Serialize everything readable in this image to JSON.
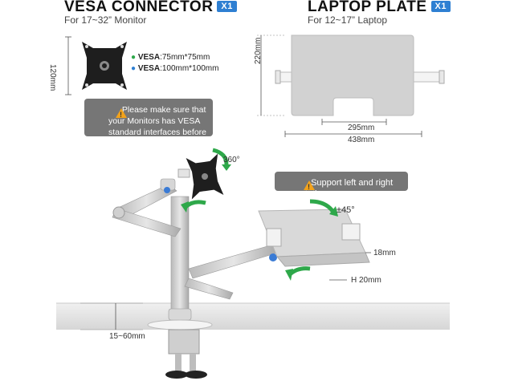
{
  "vesa": {
    "title": "VESA CONNECTOR",
    "qty": "X1",
    "subtitle": "For 17~32” Monitor",
    "height_dim": "120mm",
    "line1_label": "VESA",
    "line1_value": ":75mm*75mm",
    "line2_label": "VESA",
    "line2_value": ":100mm*100mm",
    "notice": "Please make sure that your Monitors has VESA standard interfaces before purchase ."
  },
  "laptop": {
    "title": "LAPTOP PLATE",
    "qty": "X1",
    "subtitle": "For 12~17” Laptop",
    "height_dim": "220mm",
    "inner_width_dim": "295mm",
    "outer_width_dim": "438mm"
  },
  "product": {
    "rotation_360": "360°",
    "rotation_notice": "Support left and right rotation",
    "tilt": "±45°",
    "lip_dim": "18mm",
    "lip_height_dim": "H 20mm",
    "clamp_dim": "15~60mm"
  },
  "colors": {
    "accent_blue": "#2e7fd2",
    "notice_gray": "#767676",
    "arrow_green": "#2ea84a",
    "warning_orange": "#f2a21b"
  }
}
